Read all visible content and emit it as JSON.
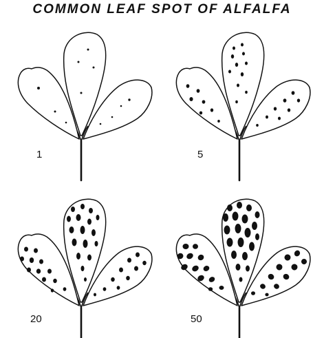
{
  "title": "COMMON LEAF SPOT OF ALFALFA",
  "colors": {
    "ink": "#111111",
    "background": "#ffffff"
  },
  "panels": [
    {
      "label": "1",
      "severity_percent": 1
    },
    {
      "label": "5",
      "severity_percent": 5
    },
    {
      "label": "20",
      "severity_percent": 20
    },
    {
      "label": "50",
      "severity_percent": 50
    }
  ]
}
